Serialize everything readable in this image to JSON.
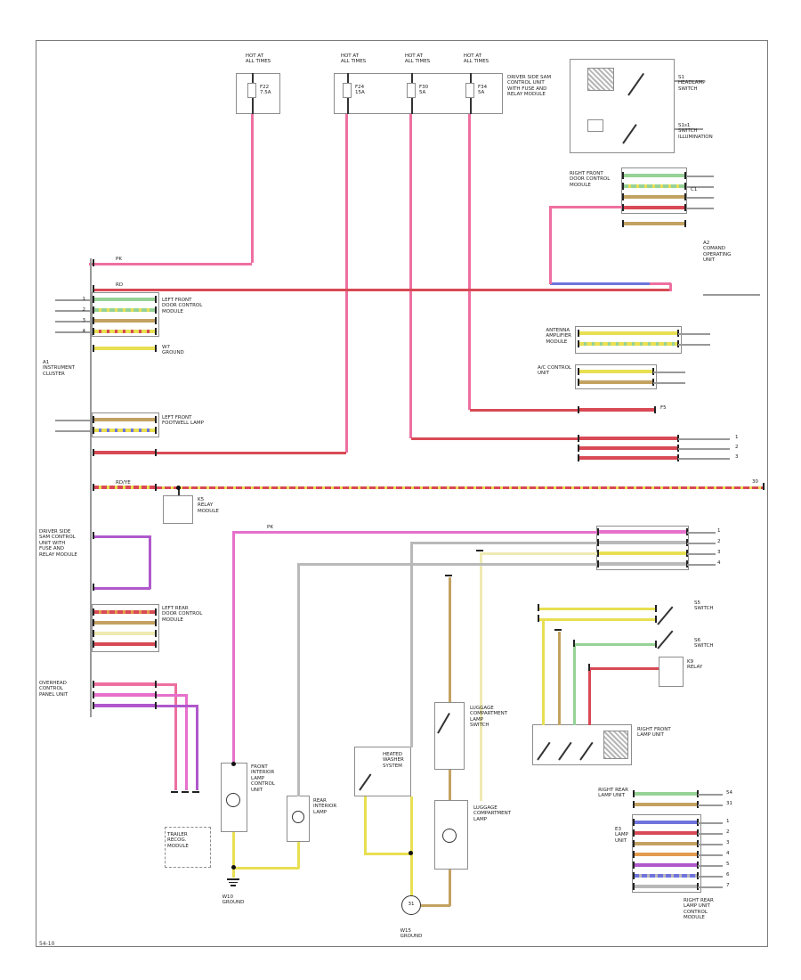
{
  "meta": {
    "code": "54-10"
  },
  "palette": {
    "pk": "#ee6fa0",
    "rd": "#d84a55",
    "gn": "#96d296",
    "tn": "#c3a261",
    "ye": "#e8df52",
    "pye": "#efeab2",
    "vt": "#b058cc",
    "mg": "#e670cc",
    "bu": "#6f74dd",
    "gy": "#b9b9b9",
    "or": "#e39b4d",
    "bk": "#333333",
    "gy2": "#999999"
  },
  "boxes": [
    [
      40,
      45,
      823,
      1018,
      "page"
    ],
    [
      265,
      82,
      50,
      46,
      "s"
    ],
    [
      375,
      82,
      190,
      46,
      "s"
    ],
    [
      640,
      66,
      118,
      106,
      "s"
    ],
    [
      660,
      76,
      30,
      26,
      "hatch"
    ],
    [
      660,
      134,
      18,
      14,
      "s"
    ],
    [
      278,
      93,
      10,
      17,
      "s"
    ],
    [
      385,
      93,
      10,
      17,
      "s"
    ],
    [
      457,
      93,
      10,
      17,
      "s"
    ],
    [
      523,
      93,
      10,
      17,
      "s"
    ],
    [
      698,
      188,
      74,
      52,
      "s"
    ],
    [
      646,
      366,
      120,
      31,
      "s"
    ],
    [
      646,
      409,
      92,
      28,
      "s"
    ],
    [
      670,
      590,
      104,
      50,
      "s"
    ],
    [
      103,
      328,
      76,
      50,
      "s"
    ],
    [
      103,
      463,
      76,
      28,
      "s"
    ],
    [
      103,
      678,
      76,
      54,
      "s"
    ],
    [
      183,
      556,
      34,
      32,
      "s"
    ],
    [
      185,
      928,
      52,
      46,
      "dash"
    ],
    [
      248,
      856,
      30,
      78,
      "s"
    ],
    [
      322,
      893,
      26,
      52,
      "s"
    ],
    [
      398,
      838,
      64,
      56,
      "s"
    ],
    [
      488,
      788,
      34,
      76,
      "s"
    ],
    [
      488,
      898,
      38,
      78,
      "s"
    ],
    [
      598,
      813,
      112,
      46,
      "s"
    ],
    [
      678,
      820,
      28,
      32,
      "hatch"
    ],
    [
      740,
      737,
      28,
      34,
      "s"
    ],
    [
      710,
      914,
      78,
      88,
      "s"
    ]
  ],
  "wires": [
    [
      282,
      128,
      167,
      "v",
      "pk"
    ],
    [
      100,
      295,
      183,
      "h",
      "pk"
    ],
    [
      388,
      128,
      380,
      "v",
      "pk"
    ],
    [
      105,
      507,
      284,
      "h",
      "rd"
    ],
    [
      460,
      128,
      364,
      "v",
      "pk"
    ],
    [
      462,
      491,
      190,
      "h",
      "rd"
    ],
    [
      526,
      128,
      332,
      "v",
      "pk"
    ],
    [
      528,
      459,
      124,
      "h",
      "rd"
    ],
    [
      105,
      324,
      650,
      "h",
      "rd"
    ],
    [
      752,
      318,
      9,
      "v",
      "pk"
    ],
    [
      728,
      317,
      26,
      "h",
      "pk"
    ],
    [
      618,
      317,
      112,
      "h",
      "bu"
    ],
    [
      617,
      232,
      87,
      "v",
      "pk"
    ],
    [
      617,
      231,
      83,
      "h",
      "pk"
    ],
    [
      105,
      546,
      753,
      "h",
      "rd",
      "ye"
    ],
    [
      262,
      596,
      410,
      "h",
      "mg"
    ],
    [
      261,
      596,
      261,
      "v",
      "mg"
    ],
    [
      462,
      608,
      210,
      "h",
      "gy"
    ],
    [
      461,
      608,
      231,
      "v",
      "gy"
    ],
    [
      540,
      620,
      132,
      "h",
      "pye"
    ],
    [
      539,
      620,
      279,
      "v",
      "pye"
    ],
    [
      335,
      632,
      337,
      "h",
      "gy"
    ],
    [
      334,
      632,
      262,
      "v",
      "gy"
    ],
    [
      105,
      601,
      64,
      "h",
      "vt"
    ],
    [
      167,
      601,
      60,
      "v",
      "vt"
    ],
    [
      105,
      659,
      64,
      "h",
      "vt"
    ],
    [
      105,
      767,
      94,
      "h",
      "pk"
    ],
    [
      196,
      767,
      120,
      "v",
      "pk"
    ],
    [
      105,
      779,
      106,
      "h",
      "mg"
    ],
    [
      208,
      779,
      108,
      "v",
      "mg"
    ],
    [
      105,
      791,
      118,
      "h",
      "vt"
    ],
    [
      220,
      791,
      96,
      "v",
      "vt"
    ],
    [
      261,
      934,
      51,
      "v",
      "ye"
    ],
    [
      334,
      945,
      30,
      "v",
      "ye"
    ],
    [
      261,
      973,
      75,
      "h",
      "ye"
    ],
    [
      409,
      894,
      65,
      "v",
      "ye"
    ],
    [
      409,
      957,
      53,
      "h",
      "ye"
    ],
    [
      461,
      894,
      112,
      "v",
      "ye"
    ],
    [
      504,
      648,
      140,
      "v",
      "tn"
    ],
    [
      504,
      864,
      34,
      "v",
      "tn"
    ],
    [
      504,
      976,
      41,
      "v",
      "tn"
    ],
    [
      473,
      1015,
      33,
      "h",
      "tn"
    ],
    [
      605,
      682,
      132,
      "h",
      "ye"
    ],
    [
      605,
      694,
      132,
      "h",
      "ye"
    ],
    [
      609,
      694,
      120,
      "v",
      "ye"
    ],
    [
      645,
      722,
      92,
      "h",
      "gn"
    ],
    [
      644,
      722,
      92,
      "v",
      "gn"
    ],
    [
      662,
      749,
      78,
      "h",
      "rd"
    ],
    [
      661,
      749,
      65,
      "v",
      "rd"
    ],
    [
      627,
      709,
      105,
      "v",
      "tn"
    ]
  ],
  "pins": [
    [
      105,
      335,
      70,
      "gn"
    ],
    [
      105,
      347,
      70,
      "gn",
      "ye"
    ],
    [
      105,
      359,
      70,
      "tn"
    ],
    [
      105,
      371,
      70,
      "ye",
      "rd"
    ],
    [
      105,
      390,
      70,
      "ye"
    ],
    [
      105,
      470,
      70,
      "tn"
    ],
    [
      105,
      482,
      70,
      "ye",
      "bu"
    ],
    [
      105,
      507,
      70,
      "rd"
    ],
    [
      105,
      546,
      70,
      "rd",
      "ye"
    ],
    [
      105,
      686,
      70,
      "rd",
      "or"
    ],
    [
      105,
      698,
      70,
      "tn"
    ],
    [
      105,
      710,
      70,
      "pye"
    ],
    [
      105,
      722,
      70,
      "rd"
    ],
    [
      105,
      767,
      70,
      "pk"
    ],
    [
      105,
      779,
      70,
      "mg"
    ],
    [
      105,
      791,
      70,
      "vt"
    ],
    [
      700,
      196,
      70,
      "gn"
    ],
    [
      700,
      208,
      70,
      "gn",
      "ye"
    ],
    [
      700,
      220,
      70,
      "tn"
    ],
    [
      700,
      232,
      70,
      "rd"
    ],
    [
      700,
      250,
      70,
      "tn"
    ],
    [
      650,
      373,
      112,
      "ye"
    ],
    [
      650,
      385,
      112,
      "ye",
      "gn"
    ],
    [
      650,
      416,
      84,
      "ye"
    ],
    [
      650,
      428,
      84,
      "tn"
    ],
    [
      650,
      459,
      86,
      "rd"
    ],
    [
      650,
      491,
      112,
      "rd"
    ],
    [
      650,
      502,
      112,
      "rd"
    ],
    [
      650,
      513,
      112,
      "rd"
    ],
    [
      672,
      596,
      100,
      "mg"
    ],
    [
      672,
      608,
      100,
      "gy"
    ],
    [
      672,
      620,
      100,
      "ye"
    ],
    [
      672,
      632,
      100,
      "gy"
    ],
    [
      712,
      890,
      72,
      "gn"
    ],
    [
      712,
      902,
      72,
      "tn"
    ],
    [
      712,
      922,
      72,
      "bu"
    ],
    [
      712,
      934,
      72,
      "rd"
    ],
    [
      712,
      946,
      72,
      "tn"
    ],
    [
      712,
      958,
      72,
      "or"
    ],
    [
      712,
      970,
      72,
      "vt"
    ],
    [
      712,
      982,
      72,
      "bu",
      "gy"
    ],
    [
      712,
      994,
      72,
      "gy"
    ]
  ],
  "stubs": [
    [
      62,
      336,
      41
    ],
    [
      62,
      348,
      41
    ],
    [
      62,
      360,
      41
    ],
    [
      62,
      372,
      41
    ],
    [
      62,
      471,
      41
    ],
    [
      62,
      483,
      41
    ],
    [
      758,
      90,
      32
    ],
    [
      758,
      144,
      32
    ],
    [
      772,
      197,
      30
    ],
    [
      772,
      209,
      30
    ],
    [
      772,
      221,
      30
    ],
    [
      772,
      233,
      30
    ],
    [
      762,
      374,
      36
    ],
    [
      762,
      386,
      36
    ],
    [
      734,
      417,
      36
    ],
    [
      734,
      429,
      36
    ],
    [
      762,
      492,
      58
    ],
    [
      762,
      503,
      58
    ],
    [
      762,
      514,
      58
    ],
    [
      772,
      597,
      32
    ],
    [
      772,
      609,
      32
    ],
    [
      772,
      621,
      32
    ],
    [
      772,
      633,
      32
    ],
    [
      784,
      891,
      28
    ],
    [
      784,
      903,
      28
    ],
    [
      784,
      923,
      28
    ],
    [
      784,
      935,
      28
    ],
    [
      784,
      947,
      28
    ],
    [
      784,
      959,
      28
    ],
    [
      784,
      971,
      28
    ],
    [
      784,
      983,
      28
    ],
    [
      784,
      995,
      28
    ],
    [
      790,
      330,
      64
    ],
    [
      101,
      290,
      515,
      "v"
    ],
    [
      283,
      82,
      11,
      "v",
      "bk"
    ],
    [
      283,
      110,
      18,
      "v",
      "bk"
    ],
    [
      390,
      82,
      11,
      "v",
      "bk"
    ],
    [
      390,
      110,
      18,
      "v",
      "bk"
    ],
    [
      462,
      82,
      11,
      "v",
      "bk"
    ],
    [
      462,
      110,
      18,
      "v",
      "bk"
    ],
    [
      528,
      82,
      11,
      "v",
      "bk"
    ],
    [
      528,
      110,
      18,
      "v",
      "bk"
    ],
    [
      200,
      547,
      9,
      "v",
      "bk"
    ]
  ],
  "ticks": [
    [
      105,
      295,
      "v"
    ],
    [
      105,
      324,
      "v"
    ],
    [
      105,
      601,
      "v"
    ],
    [
      105,
      659,
      "v"
    ],
    [
      196,
      889,
      "h"
    ],
    [
      208,
      889,
      "h"
    ],
    [
      220,
      889,
      "h"
    ],
    [
      504,
      646,
      "h"
    ],
    [
      539,
      618,
      "h"
    ],
    [
      627,
      707,
      "h"
    ],
    [
      858,
      546,
      "v"
    ],
    [
      605,
      682,
      "v"
    ],
    [
      605,
      694,
      "v"
    ],
    [
      645,
      722,
      "v"
    ],
    [
      662,
      749,
      "v"
    ],
    [
      737,
      683,
      "v"
    ],
    [
      737,
      695,
      "v"
    ],
    [
      737,
      723,
      "v"
    ]
  ],
  "dots": [
    [
      262,
      857
    ],
    [
      262,
      973
    ],
    [
      461,
      957
    ],
    [
      200,
      547
    ]
  ],
  "diagonals": [
    [
      706,
      106,
      30,
      -55
    ],
    [
      700,
      160,
      26,
      -55
    ],
    [
      739,
      700,
      26,
      -50
    ],
    [
      739,
      727,
      26,
      -50
    ],
    [
      604,
      852,
      24,
      -55
    ],
    [
      628,
      852,
      24,
      -55
    ],
    [
      652,
      852,
      24,
      -55
    ],
    [
      492,
      822,
      26,
      -60
    ],
    [
      404,
      886,
      22,
      -55
    ]
  ],
  "circles": [
    [
      262,
      898,
      8,
      "lamp-symbol"
    ],
    [
      335,
      917,
      7,
      "lamp-symbol"
    ],
    [
      505,
      938,
      8,
      "lamp-symbol"
    ],
    [
      462,
      1016,
      11,
      "ground-circle"
    ]
  ],
  "grounds": [
    [
      262,
      986
    ]
  ],
  "labels": [
    [
      290,
      60,
      "HOT AT\nALL TIMES",
      "c"
    ],
    [
      397,
      60,
      "HOT AT\nALL TIMES",
      "c"
    ],
    [
      469,
      60,
      "HOT AT\nALL TIMES",
      "c"
    ],
    [
      535,
      60,
      "HOT AT\nALL TIMES",
      "c"
    ],
    [
      292,
      95,
      "F22\n7.5A",
      "l"
    ],
    [
      399,
      95,
      "F24\n15A",
      "l"
    ],
    [
      471,
      95,
      "F30\n5A",
      "l"
    ],
    [
      537,
      95,
      "F34\n5A",
      "l"
    ],
    [
      570,
      84,
      "DRIVER SIDE SAM\nCONTROL UNIT\nWITH FUSE AND\nRELAY MODULE",
      "l"
    ],
    [
      762,
      84,
      "S1\nHEADLAMP\nSWITCH",
      "l"
    ],
    [
      762,
      138,
      "S1s1\nSWITCH\nILLUMINATION",
      "l"
    ],
    [
      182,
      334,
      "LEFT FRONT\nDOOR CONTROL\nMODULE",
      "l"
    ],
    [
      182,
      387,
      "W7\nGROUND",
      "l"
    ],
    [
      48,
      404,
      "A1\nINSTRUMENT\nCLUSTER",
      "l"
    ],
    [
      182,
      466,
      "LEFT FRONT\nFOOTWELL LAMP",
      "l"
    ],
    [
      222,
      558,
      "K5\nRELAY\nMODULE",
      "l"
    ],
    [
      44,
      594,
      "DRIVER SIDE\nSAM CONTROL\nUNIT WITH\nFUSE AND\nRELAY MODULE",
      "l"
    ],
    [
      182,
      680,
      "LEFT REAR\nDOOR CONTROL\nMODULE",
      "l"
    ],
    [
      44,
      764,
      "OVERHEAD\nCONTROL\nPANEL UNIT",
      "l"
    ],
    [
      188,
      934,
      "TRAILER\nRECOG.\nMODULE",
      "l"
    ],
    [
      282,
      858,
      "FRONT\nINTERIOR\nLAMP\nCONTROL\nUNIT",
      "l"
    ],
    [
      352,
      896,
      "REAR\nINTERIOR\nLAMP",
      "l"
    ],
    [
      430,
      844,
      "HEATED\nWASHER\nSYSTEM",
      "l"
    ],
    [
      528,
      792,
      "LUGGAGE\nCOMPARTMENT\nLAMP\nSWITCH",
      "l"
    ],
    [
      532,
      904,
      "LUGGAGE\nCOMPARTMENT\nLAMP",
      "l"
    ],
    [
      262,
      1004,
      "W10\nGROUND",
      "c"
    ],
    [
      462,
      1042,
      "W15\nGROUND",
      "c"
    ],
    [
      462,
      1012,
      "31",
      "c"
    ],
    [
      640,
      192,
      "RIGHT FRONT\nDOOR CONTROL\nMODULE",
      "l"
    ],
    [
      776,
      210,
      "C1",
      "l"
    ],
    [
      790,
      270,
      "A2\nCOMAND\nOPERATING\nUNIT",
      "l"
    ],
    [
      642,
      368,
      "ANTENNA\nAMPLIFIER\nMODULE",
      "r"
    ],
    [
      642,
      410,
      "A/C CONTROL\nUNIT",
      "r"
    ],
    [
      742,
      455,
      "F5",
      "l"
    ],
    [
      826,
      488,
      "1",
      "l"
    ],
    [
      826,
      499,
      "2",
      "l"
    ],
    [
      826,
      510,
      "3",
      "l"
    ],
    [
      845,
      538,
      "30",
      "l"
    ],
    [
      806,
      593,
      "1",
      "l"
    ],
    [
      806,
      605,
      "2",
      "l"
    ],
    [
      806,
      617,
      "3",
      "l"
    ],
    [
      806,
      629,
      "4",
      "l"
    ],
    [
      716,
      816,
      "RIGHT FRONT\nLAMP UNIT",
      "l"
    ],
    [
      780,
      674,
      "S5\nSWITCH",
      "l"
    ],
    [
      780,
      716,
      "S6\nSWITCH",
      "l"
    ],
    [
      772,
      740,
      "K9\nRELAY",
      "l"
    ],
    [
      706,
      884,
      "RIGHT REAR\nLAMP UNIT",
      "r"
    ],
    [
      706,
      928,
      "E3\nLAMP\nUNIT",
      "r"
    ],
    [
      816,
      887,
      "54",
      "l"
    ],
    [
      816,
      899,
      "31",
      "l"
    ],
    [
      816,
      919,
      "1",
      "l"
    ],
    [
      816,
      931,
      "2",
      "l"
    ],
    [
      816,
      943,
      "3",
      "l"
    ],
    [
      816,
      955,
      "4",
      "l"
    ],
    [
      816,
      967,
      "5",
      "l"
    ],
    [
      816,
      979,
      "6",
      "l"
    ],
    [
      816,
      991,
      "7",
      "l"
    ],
    [
      768,
      1008,
      "RIGHT REAR\nLAMP UNIT\nCONTROL\nMODULE",
      "l"
    ],
    [
      96,
      333,
      "1",
      "r"
    ],
    [
      96,
      345,
      "2",
      "r"
    ],
    [
      96,
      357,
      "3",
      "r"
    ],
    [
      96,
      369,
      "4",
      "r"
    ],
    [
      130,
      288,
      "PK",
      "l"
    ],
    [
      130,
      317,
      "RD",
      "l"
    ],
    [
      130,
      539,
      "RD/YE",
      "l"
    ],
    [
      300,
      589,
      "PK",
      "l"
    ]
  ]
}
